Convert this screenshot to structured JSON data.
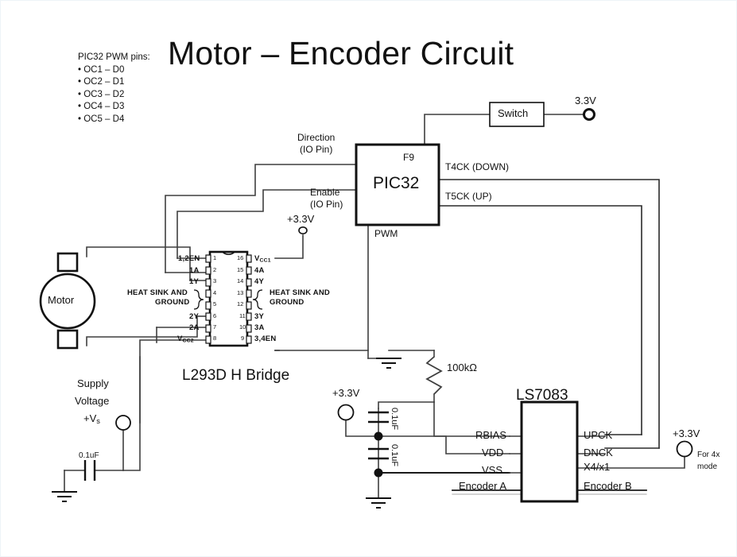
{
  "title": "Motor – Encoder Circuit",
  "notes": {
    "heading": "PIC32 PWM pins:",
    "items": [
      "• OC1 – D0",
      "• OC2 – D1",
      "• OC3 – D2",
      "• OC4 – D3",
      "• OC5 – D4"
    ]
  },
  "blocks": {
    "pic32": {
      "label": "PIC32",
      "pin_f9": "F9"
    },
    "switch": {
      "label": "Switch"
    },
    "ls7083": {
      "label": "LS7083"
    },
    "hbridge": {
      "caption": "L293D H Bridge"
    },
    "motor": {
      "label": "Motor"
    }
  },
  "pic32_signals": {
    "direction": "Direction",
    "direction_sub": "(IO Pin)",
    "enable": "Enable",
    "enable_sub": "(IO Pin)",
    "pwm": "PWM",
    "t4ck": "T4CK (DOWN)",
    "t5ck": "T5CK (UP)"
  },
  "terminals": {
    "switch_supply": "3.3V",
    "vcc1_supply": "+3.3V",
    "cap_supply": "+3.3V",
    "x4_supply": "+3.3V",
    "x4_note_line1": "For 4x",
    "x4_note_line2": "mode",
    "supply_line1": "Supply",
    "supply_line2": "Voltage",
    "supply_line3": "+V",
    "supply_sub": "s"
  },
  "components": {
    "resistor": "100kΩ",
    "cap_left": "0.1uF",
    "cap_mid_top": "0.1uF",
    "cap_mid_bottom": "0.1uF"
  },
  "dip": {
    "left_labels": [
      "1,2EN",
      "1A",
      "1Y",
      "",
      "",
      "2Y",
      "2A",
      "V<sub>CC2</sub>"
    ],
    "left_plain": [
      "1,2EN",
      "1A",
      "1Y",
      "",
      "",
      "2Y",
      "2A",
      "VCC2"
    ],
    "right_plain": [
      "VCC1",
      "4A",
      "4Y",
      "",
      "",
      "3Y",
      "3A",
      "3,4EN"
    ],
    "left_numbers": [
      "1",
      "2",
      "3",
      "4",
      "5",
      "6",
      "7",
      "8"
    ],
    "right_numbers": [
      "16",
      "15",
      "14",
      "13",
      "12",
      "11",
      "10",
      "9"
    ],
    "heatsink_left_line1": "HEAT SINK AND",
    "heatsink_left_line2": "GROUND",
    "heatsink_right_line1": "HEAT SINK AND",
    "heatsink_right_line2": "GROUND",
    "vcc1": "V",
    "vcc1_sub": "CC1",
    "vcc2": "V",
    "vcc2_sub": "CC2"
  },
  "ls7083_pins": {
    "left": [
      "RBIAS",
      "VDD",
      "VSS",
      "Encoder A"
    ],
    "right": [
      "UPCK",
      "DNCK",
      "X4/x1",
      "Encoder B"
    ]
  },
  "colors": {
    "wire": "#3f3f3f",
    "wire_dark": "#111111",
    "text": "#111111",
    "background": "#ffffff",
    "border": "#eaf2f7"
  }
}
